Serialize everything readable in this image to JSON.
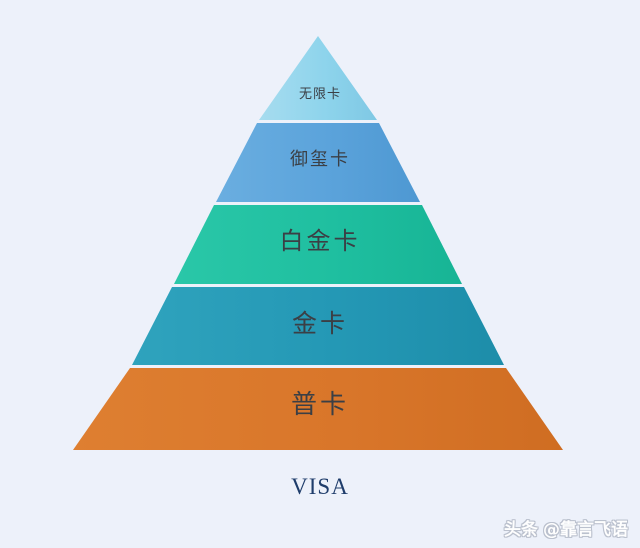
{
  "background_color": "#edf1fa",
  "diagram": {
    "type": "pyramid",
    "name": "visa-card-tier-pyramid",
    "tiers": [
      {
        "label": "无限卡",
        "color": "#8ed4ec",
        "level": 1
      },
      {
        "label": "御玺卡",
        "color": "#5ba3db",
        "level": 2
      },
      {
        "label": "白金卡",
        "color": "#1fbfa0",
        "level": 3
      },
      {
        "label": "金卡",
        "color": "#2498b5",
        "level": 4
      },
      {
        "label": "普卡",
        "color": "#d9762a",
        "level": 5
      }
    ],
    "divider_color": "#ffffff",
    "label_color": "#3b3f45"
  },
  "caption": {
    "text": "VISA",
    "color": "#1f3d6b"
  },
  "watermark": {
    "brand": "头条",
    "handle": "@靠言飞语"
  }
}
